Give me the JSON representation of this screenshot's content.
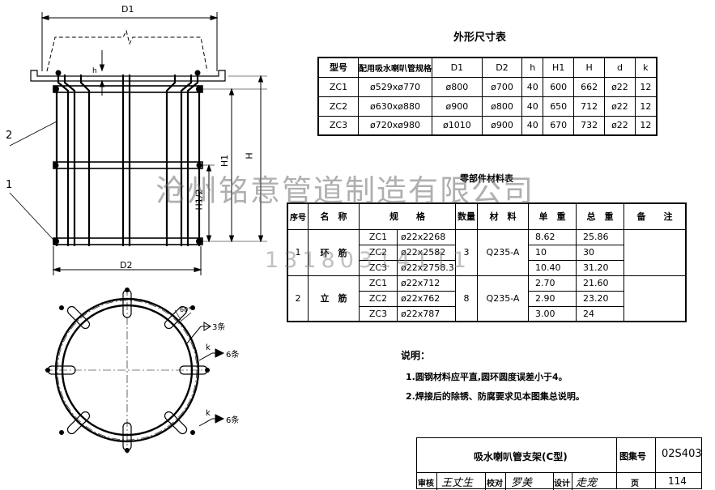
{
  "drawing": {
    "labels": {
      "d1": "D1",
      "d2": "D2",
      "h": "h",
      "h1": "H1",
      "h_total": "H",
      "h1_half": "H1/2",
      "part2": "2",
      "part1": "1"
    },
    "plan": {
      "angle": "60°",
      "weld1": "3条",
      "weld2": "6条",
      "weld3": "6条",
      "k1": "k",
      "k2": "k"
    }
  },
  "dims_table": {
    "title": "外形尺寸表",
    "headers": [
      "型号",
      "配用吸水喇叭管规格",
      "D1",
      "D2",
      "h",
      "H1",
      "H",
      "d",
      "k"
    ],
    "rows": [
      [
        "ZC1",
        "ø529xø770",
        "ø800",
        "ø700",
        "40",
        "600",
        "662",
        "ø22",
        "12"
      ],
      [
        "ZC2",
        "ø630xø880",
        "ø900",
        "ø800",
        "40",
        "650",
        "712",
        "ø22",
        "12"
      ],
      [
        "ZC3",
        "ø720xø980",
        "ø1010",
        "ø900",
        "40",
        "670",
        "732",
        "ø22",
        "12"
      ]
    ]
  },
  "parts_table": {
    "title": "零部件材料表",
    "headers": [
      "序号",
      "名　称",
      "规　　格",
      "数量",
      "材　料",
      "单　重",
      "总　重",
      "备　　注"
    ],
    "groups": [
      {
        "no": "1",
        "name": "环　筋",
        "qty": "3",
        "material": "Q235-A",
        "rows": [
          [
            "ZC1",
            "ø22x2268",
            "8.62",
            "25.86"
          ],
          [
            "ZC2",
            "ø22x2582",
            "10",
            "30"
          ],
          [
            "ZC3",
            "ø22x2758.3",
            "10.40",
            "31.20"
          ]
        ]
      },
      {
        "no": "2",
        "name": "立　筋",
        "qty": "8",
        "material": "Q235-A",
        "rows": [
          [
            "ZC1",
            "ø22x712",
            "2.70",
            "21.60"
          ],
          [
            "ZC2",
            "ø22x762",
            "2.90",
            "23.20"
          ],
          [
            "ZC3",
            "ø22x787",
            "3.00",
            "24"
          ]
        ]
      }
    ]
  },
  "notes": {
    "heading": "说明：",
    "items": [
      "1.圆钢材料应平直,圆环圆度误差小于4。",
      "2.焊接后的除锈、防腐要求见本图集总说明。"
    ]
  },
  "title_block": {
    "drawing_name": "吸水喇叭管支架(C型)",
    "atlas_label": "图集号",
    "atlas_no": "02S403",
    "review_label": "审核",
    "reviewer": "王丈生",
    "check_label": "校对",
    "checker": "罗美",
    "design_label": "设计",
    "designer": "走宠",
    "page_label": "页",
    "page_no": "114"
  },
  "watermark": {
    "company": "沧州铭意管道制造有限公司",
    "phone": "13180314111"
  }
}
